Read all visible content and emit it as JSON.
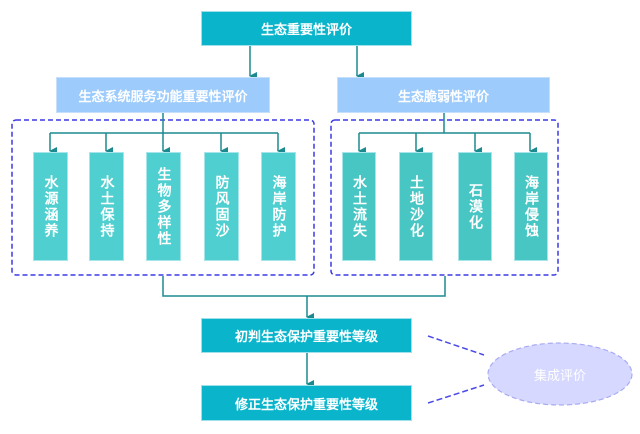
{
  "diagram": {
    "root": {
      "label": "生态重要性评价"
    },
    "branches": [
      {
        "label": "生态系统服务功能重要性评价",
        "items": [
          "水源涵养",
          "水土保持",
          "生物多样性",
          "防风固沙",
          "海岸防护"
        ]
      },
      {
        "label": "生态脆弱性评价",
        "items": [
          "水土流失",
          "土地沙化",
          "石漠化",
          "海岸侵蚀"
        ]
      }
    ],
    "steps": [
      {
        "label": "初判生态保护重要性等级"
      },
      {
        "label": "修正生态保护重要性等级"
      }
    ],
    "integration": {
      "label": "集成评价"
    },
    "colors": {
      "main_box": "#0ab5cc",
      "sub_box": "#9ccbfc",
      "leaf_box": "#4fcfcf",
      "connector": "#1b8a8f",
      "dashed_group": "#3a3ae6",
      "ellipse_fill": "#d6d8ff"
    }
  }
}
